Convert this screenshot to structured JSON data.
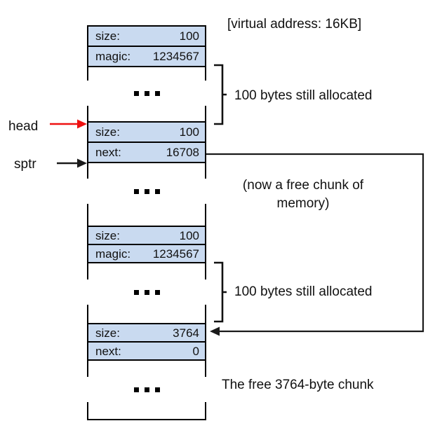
{
  "title": "[virtual address: 16KB]",
  "pointers": {
    "head": "head",
    "sptr": "sptr"
  },
  "chunks": [
    {
      "name": "allocated-chunk-1",
      "rows": [
        {
          "label": "size:",
          "value": "100"
        },
        {
          "label": "magic:",
          "value": "1234567"
        }
      ]
    },
    {
      "name": "freed-chunk",
      "rows": [
        {
          "label": "size:",
          "value": "100"
        },
        {
          "label": "next:",
          "value": "16708"
        }
      ]
    },
    {
      "name": "allocated-chunk-2",
      "rows": [
        {
          "label": "size:",
          "value": "100"
        },
        {
          "label": "magic:",
          "value": "1234567"
        }
      ]
    },
    {
      "name": "free-tail-chunk",
      "rows": [
        {
          "label": "size:",
          "value": "3764"
        },
        {
          "label": "next:",
          "value": "0"
        }
      ]
    }
  ],
  "annotations": {
    "alloc_top": "100 bytes still allocated",
    "free_line1": "(now a free chunk of",
    "free_line2": "memory)",
    "alloc_bottom": "100 bytes still allocated",
    "free_tail": "The free 3764-byte chunk"
  },
  "colors": {
    "chunk_fill": "#c9daf0",
    "border": "#000000",
    "head_arrow": "#ee1111",
    "line": "#1a1a1a"
  }
}
